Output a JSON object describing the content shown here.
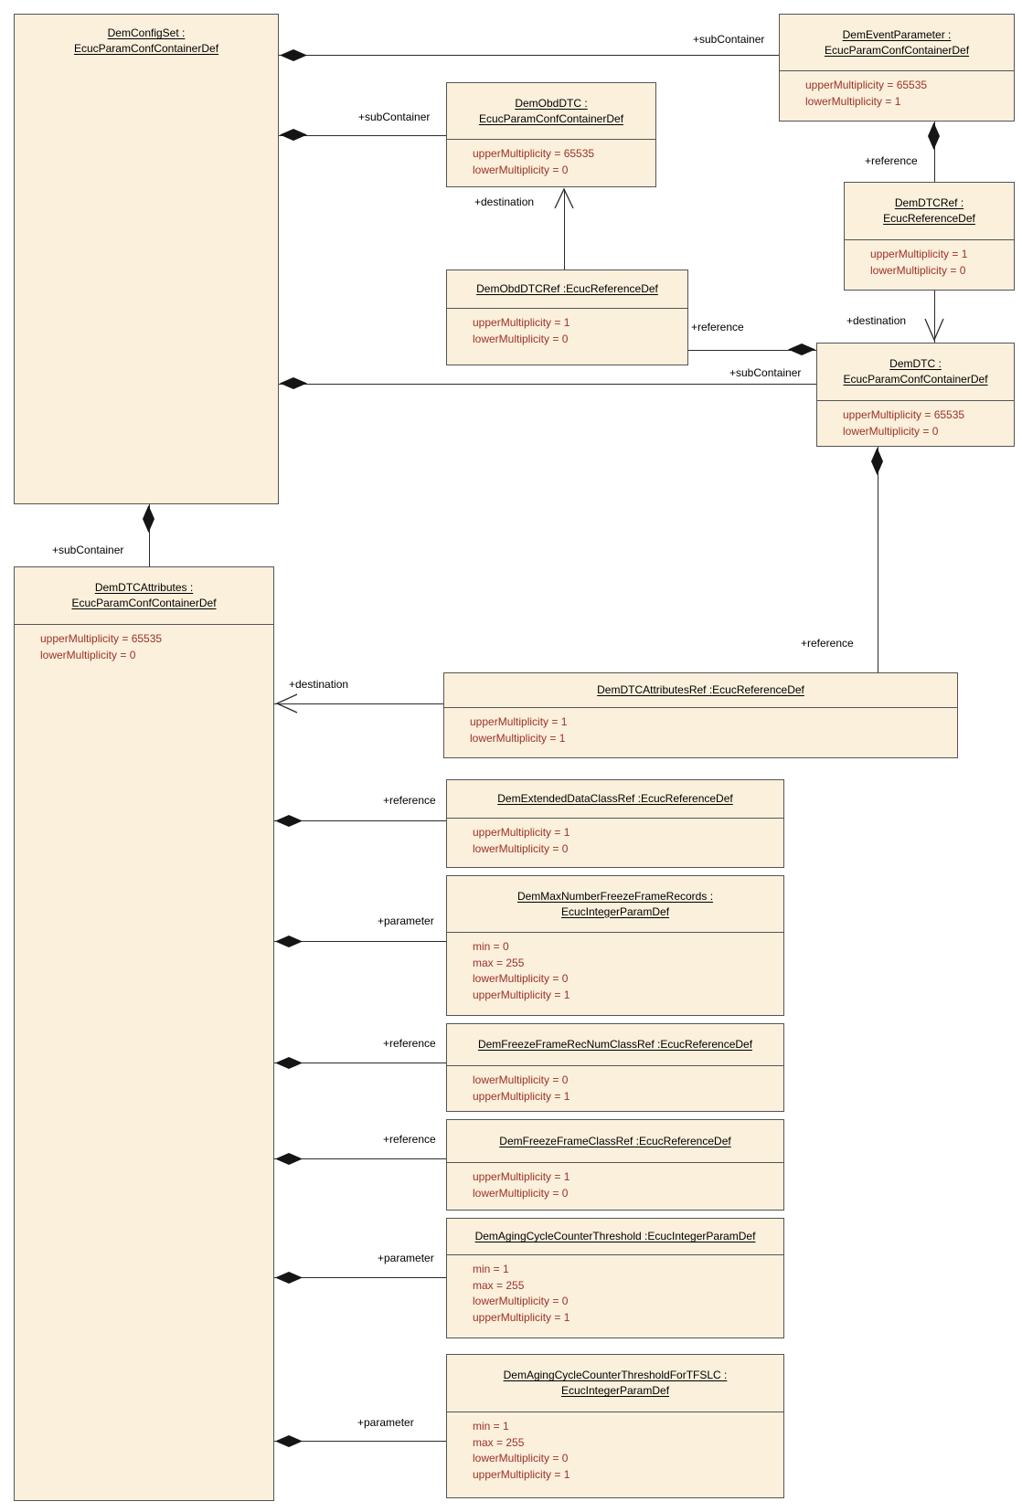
{
  "diagram": {
    "type": "uml-class-diagram",
    "boxes": {
      "demConfigSet": {
        "title": "DemConfigSet :",
        "subtitle": "EcucParamConfContainerDef",
        "attrs": []
      },
      "demEventParameter": {
        "title": "DemEventParameter :",
        "subtitle": "EcucParamConfContainerDef",
        "attrs": [
          "upperMultiplicity = 65535",
          "lowerMultiplicity = 1"
        ]
      },
      "demObdDTC": {
        "title": "DemObdDTC :",
        "subtitle": "EcucParamConfContainerDef",
        "attrs": [
          "upperMultiplicity = 65535",
          "lowerMultiplicity = 0"
        ]
      },
      "demObdDTCRef": {
        "title": "DemObdDTCRef :EcucReferenceDef",
        "attrs": [
          "upperMultiplicity = 1",
          "lowerMultiplicity = 0"
        ]
      },
      "demDTCRef": {
        "title": "DemDTCRef :",
        "subtitle": "EcucReferenceDef",
        "attrs": [
          "upperMultiplicity = 1",
          "lowerMultiplicity = 0"
        ]
      },
      "demDTC": {
        "title": "DemDTC :",
        "subtitle": "EcucParamConfContainerDef",
        "attrs": [
          "upperMultiplicity = 65535",
          "lowerMultiplicity = 0"
        ]
      },
      "demDTCAttributes": {
        "title": "DemDTCAttributes :",
        "subtitle": "EcucParamConfContainerDef",
        "attrs": [
          "upperMultiplicity = 65535",
          "lowerMultiplicity = 0"
        ]
      },
      "demDTCAttributesRef": {
        "title": "DemDTCAttributesRef :EcucReferenceDef",
        "attrs": [
          "upperMultiplicity = 1",
          "lowerMultiplicity = 1"
        ]
      },
      "demExtendedDataClassRef": {
        "title": "DemExtendedDataClassRef :EcucReferenceDef",
        "attrs": [
          "upperMultiplicity = 1",
          "lowerMultiplicity = 0"
        ]
      },
      "demMaxNumberFreezeFrameRecords": {
        "title": "DemMaxNumberFreezeFrameRecords :",
        "subtitle": "EcucIntegerParamDef",
        "attrs": [
          "min = 0",
          "max = 255",
          "lowerMultiplicity = 0",
          "upperMultiplicity = 1"
        ]
      },
      "demFreezeFrameRecNumClassRef": {
        "title": "DemFreezeFrameRecNumClassRef :EcucReferenceDef",
        "attrs": [
          "lowerMultiplicity = 0",
          "upperMultiplicity = 1"
        ]
      },
      "demFreezeFrameClassRef": {
        "title": "DemFreezeFrameClassRef :EcucReferenceDef",
        "attrs": [
          "upperMultiplicity = 1",
          "lowerMultiplicity = 0"
        ]
      },
      "demAgingCycleCounterThreshold": {
        "title": "DemAgingCycleCounterThreshold :EcucIntegerParamDef",
        "attrs": [
          "min = 1",
          "max = 255",
          "lowerMultiplicity = 0",
          "upperMultiplicity = 1"
        ]
      },
      "demAgingCycleCounterThresholdForTFSLC": {
        "title": "DemAgingCycleCounterThresholdForTFSLC :",
        "subtitle": "EcucIntegerParamDef",
        "attrs": [
          "min = 1",
          "max = 255",
          "lowerMultiplicity = 0",
          "upperMultiplicity = 1"
        ]
      }
    },
    "labels": {
      "subContainer": "+subContainer",
      "reference": "+reference",
      "parameter": "+parameter",
      "destination": "+destination"
    },
    "colors": {
      "background": "#ffffff",
      "box_fill": "#faf0dc",
      "box_border": "#545454",
      "attr_text": "#9d3128",
      "line": "#2a2a2a"
    }
  }
}
